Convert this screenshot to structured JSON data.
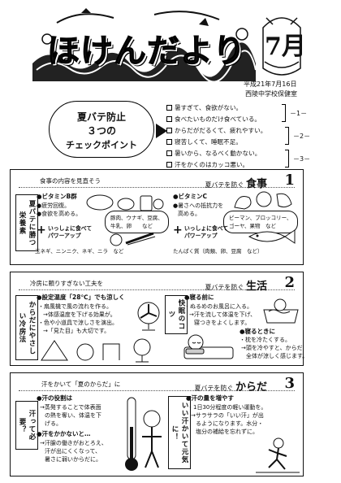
{
  "header": {
    "title": "ほけんだより",
    "month": "7月",
    "date": "平成21年7月16日",
    "issuer": "西陵中学校保健室"
  },
  "checkpoint": {
    "line1": "夏バテ防止",
    "line2": "３つの",
    "line3": "チェックポイント",
    "items": [
      "暑すぎて、食欲がない。",
      "食べたいものだけ食べている。",
      "からだがだるくて、疲れやすい。",
      "寝苦しくて、睡眠不足。",
      "暑いから、なるべく動かない。",
      "汗をかくのはカッコ悪い。"
    ],
    "groups": [
      "－1－",
      "－2－",
      "－3－"
    ]
  },
  "section1": {
    "subtitle": "食事の内容を見直そう",
    "tag_prefix": "夏バテを防ぐ",
    "tag_main": "食事",
    "number": "1",
    "side_label": "夏バテに勝つ栄養素",
    "vitb_title": "●ビタミンB群",
    "vitb_line1": "●疲労回復。",
    "vitb_line2": "●食欲を高める。",
    "vitb_foods1": "豚肉、ウナギ、豆腐、",
    "vitb_foods2": "牛乳、卵　　など",
    "vitc_title": "●ビタミンC",
    "vitc_line1": "●暑さへの抵抗力を",
    "vitc_line2": "高める。",
    "vitc_foods1": "ピーマン、ブロッコリー、",
    "vitc_foods2": "ゴーヤ、果物　など",
    "power1_a": "いっしょに食べて",
    "power1_b": "パワーアップ",
    "power1_foods": "玉ネギ、ニンニク、ネギ、ニラ　など",
    "power2_a": "いっしょに食べて",
    "power2_b": "パワーアップ",
    "power2_foods": "たんぱく質（肉類、卵、豆腐　など）"
  },
  "section2": {
    "subtitle": "冷房に頼りすぎない工夫を",
    "tag_prefix": "夏バテを防ぐ",
    "tag_main": "生活",
    "number": "2",
    "side_label": "からだにやさしい冷房法",
    "temp_title": "●設定温度「28℃」でも涼しく",
    "fan_line1": "・扇風機で風の流れを作る。",
    "fan_line2": "→体感温度を下げる効果が。",
    "tool_line1": "・色や小道具で涼しさを演出。",
    "tool_line2": "→「見た目」も大切です。",
    "sleep_side_label": "快眠のコツ",
    "sleep_title": "●寝る前に",
    "sleep_line1": "・ぬるめのお風呂に入る。",
    "sleep_line2": "→汗を流して体温を下げ、",
    "sleep_line3": "寝つきをよくします。",
    "sleep_title2": "●寝るときに",
    "sleep_line4": "・枕を冷たくする。",
    "sleep_line5": "→頭を冷やすと、からだ",
    "sleep_line6": "全体が涼しく感じます。"
  },
  "section3": {
    "subtitle": "汗をかいて「夏のからだ」に",
    "tag_prefix": "夏バテを防ぐ",
    "tag_main": "からだ",
    "number": "3",
    "side_label": "汗って必要？",
    "role_title": "●汗の役割は",
    "role_line1": "→蒸発することで体表面",
    "role_line2": "の熱を奪い、体温を下",
    "role_line3": "げる。",
    "nosweat_title": "●汗をかかないと…",
    "nosweat_line1": "→汗腺の働きがおとろえ、",
    "nosweat_line2": "汗が出にくくなって、",
    "nosweat_line3": "暑さに弱いからだに。",
    "middle_label": "いい汗かいて元気に！",
    "more_title": "●汗の量を増やす",
    "more_line1": "・1日30分程度の軽い運動を。",
    "more_line2": "→サラサラの「いい汗」が出",
    "more_line3": "るようになります。水分・",
    "more_line4": "塩分の補給を忘れずに。"
  }
}
